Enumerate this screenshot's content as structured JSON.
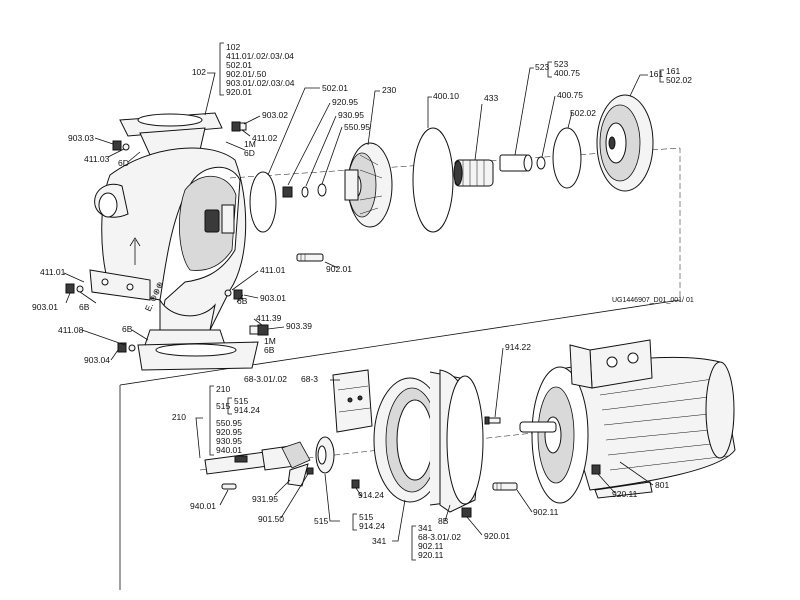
{
  "drawing_id": "UG1446907_D01_001/ 01",
  "callouts": [
    {
      "id": "c102a",
      "text": "102"
    },
    {
      "id": "c10b1",
      "text": "102"
    },
    {
      "id": "c10b2",
      "text": "411.01/.02/.03/.04"
    },
    {
      "id": "c10b3",
      "text": "502.01"
    },
    {
      "id": "c10b4",
      "text": "902.01/.50"
    },
    {
      "id": "c10b5",
      "text": "903.01/.02/.03/.04"
    },
    {
      "id": "c10b6",
      "text": "920.01"
    },
    {
      "id": "c90302",
      "text": "903.02"
    },
    {
      "id": "c41102",
      "text": "411.02"
    },
    {
      "id": "c1m_a",
      "text": "1M"
    },
    {
      "id": "c6d_a",
      "text": "6D"
    },
    {
      "id": "c90303",
      "text": "903.03"
    },
    {
      "id": "c41103",
      "text": "411.03"
    },
    {
      "id": "c6d_b",
      "text": "6D"
    },
    {
      "id": "c50201",
      "text": "502.01"
    },
    {
      "id": "c92095",
      "text": "920.95"
    },
    {
      "id": "c93095",
      "text": "930.95"
    },
    {
      "id": "c55095",
      "text": "550.95"
    },
    {
      "id": "c230",
      "text": "230"
    },
    {
      "id": "c40010",
      "text": "400.10"
    },
    {
      "id": "c433",
      "text": "433"
    },
    {
      "id": "c523a",
      "text": "523"
    },
    {
      "id": "c523b1",
      "text": "523"
    },
    {
      "id": "c523b2",
      "text": "400.75"
    },
    {
      "id": "c40075",
      "text": "400.75"
    },
    {
      "id": "c50202",
      "text": "502.02"
    },
    {
      "id": "c161a",
      "text": "161"
    },
    {
      "id": "c161b1",
      "text": "161"
    },
    {
      "id": "c161b2",
      "text": "502.02"
    },
    {
      "id": "c90201",
      "text": "902.01"
    },
    {
      "id": "c41101a",
      "text": "411.01"
    },
    {
      "id": "c6b_a",
      "text": "6B"
    },
    {
      "id": "c90301a",
      "text": "903.01"
    },
    {
      "id": "c41101b",
      "text": "411.01"
    },
    {
      "id": "c90301b",
      "text": "903.01"
    },
    {
      "id": "c6b_b",
      "text": "6B"
    },
    {
      "id": "c41139",
      "text": "411.39"
    },
    {
      "id": "c90339",
      "text": "903.39"
    },
    {
      "id": "c1m_b",
      "text": "1M"
    },
    {
      "id": "c6b_c",
      "text": "6B"
    },
    {
      "id": "c41108",
      "text": "411.08"
    },
    {
      "id": "c6b_d",
      "text": "6B"
    },
    {
      "id": "c90304",
      "text": "903.04"
    },
    {
      "id": "c91422",
      "text": "914.22"
    },
    {
      "id": "c683a",
      "text": "68-3.01/.02"
    },
    {
      "id": "c683b",
      "text": "68-3"
    },
    {
      "id": "c210b1",
      "text": "210"
    },
    {
      "id": "c210b2",
      "text": "515"
    },
    {
      "id": "c210b3",
      "text": "515"
    },
    {
      "id": "c210b4",
      "text": "914.24"
    },
    {
      "id": "c210b5",
      "text": "550.95"
    },
    {
      "id": "c210b6",
      "text": "920.95"
    },
    {
      "id": "c210b7",
      "text": "930.95"
    },
    {
      "id": "c210b8",
      "text": "940.01"
    },
    {
      "id": "c210a",
      "text": "210"
    },
    {
      "id": "c94001",
      "text": "940.01"
    },
    {
      "id": "c93195",
      "text": "931.95"
    },
    {
      "id": "c90150",
      "text": "901.50"
    },
    {
      "id": "c515a",
      "text": "515"
    },
    {
      "id": "c515b1",
      "text": "515"
    },
    {
      "id": "c515b2",
      "text": "914.24"
    },
    {
      "id": "c91424",
      "text": "914.24"
    },
    {
      "id": "c341a",
      "text": "341"
    },
    {
      "id": "c341b1",
      "text": "341"
    },
    {
      "id": "c341b2",
      "text": "68-3.01/.02"
    },
    {
      "id": "c341b3",
      "text": "902.11"
    },
    {
      "id": "c341b4",
      "text": "920.11"
    },
    {
      "id": "c8b",
      "text": "8B"
    },
    {
      "id": "c92001",
      "text": "920.01"
    },
    {
      "id": "c90211",
      "text": "902.11"
    },
    {
      "id": "c92011",
      "text": "920.11"
    },
    {
      "id": "c801",
      "text": "801"
    }
  ]
}
